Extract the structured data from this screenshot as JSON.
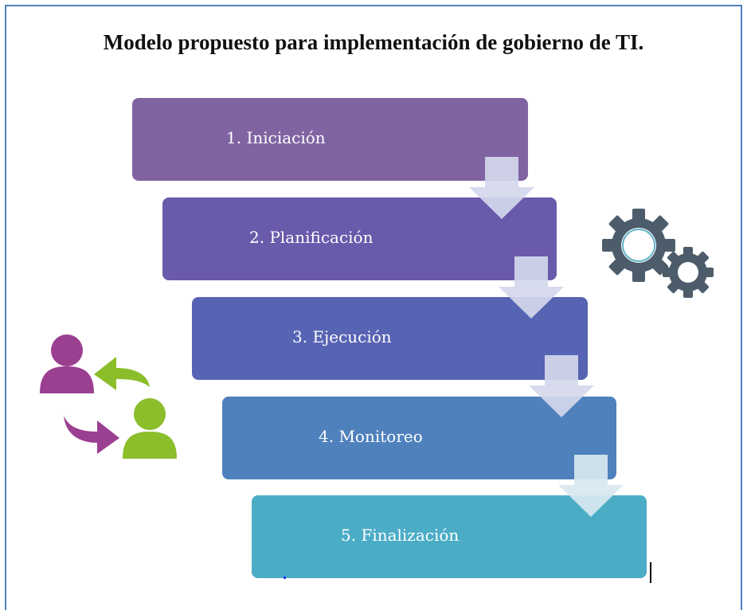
{
  "title": "Modelo propuesto para implementación de gobierno de TI.",
  "steps": [
    {
      "label": "1. Iniciación",
      "color": "#8064a2"
    },
    {
      "label": "2. Planificación",
      "color": "#6a5aab"
    },
    {
      "label": "3. Ejecución",
      "color": "#5763b3"
    },
    {
      "label": "4. Monitoreo",
      "color": "#4f81bd"
    },
    {
      "label": "5. Finalización",
      "color": "#4bacc6"
    }
  ],
  "colors": {
    "arrow": "#d4d8eb",
    "gear": "#4d5c6b",
    "person_purple": "#9b3f91",
    "person_green": "#8cbd2b"
  },
  "icons": [
    "gears-icon",
    "user-exchange-icon"
  ]
}
